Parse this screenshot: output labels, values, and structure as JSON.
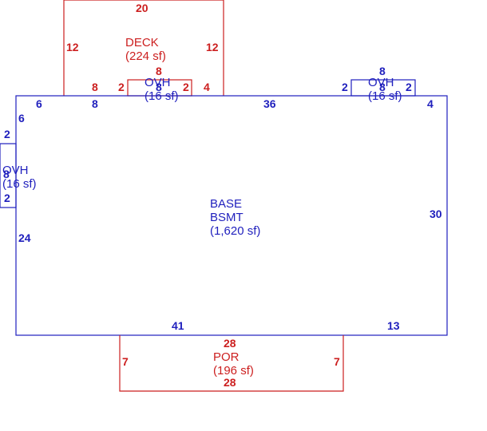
{
  "colors": {
    "main": "#1f1fbd",
    "addition": "#cc1f1f"
  },
  "base": {
    "name": "BASE",
    "sub": "BSMT",
    "area": "(1,620 sf)",
    "dims": {
      "top_left_segment": "6",
      "top_8": "8",
      "top_36": "36",
      "top_right_4": "4",
      "left_6": "6",
      "left_24": "24",
      "right_30": "30",
      "bottom_41": "41",
      "bottom_13": "13"
    }
  },
  "deck": {
    "name": "DECK",
    "area": "(224 sf)",
    "dims": {
      "top": "20",
      "left": "12",
      "right": "12",
      "bottom_8": "8",
      "bottom_2": "2",
      "bottom_2b": "2",
      "bottom_4": "4",
      "inner_8": "8"
    }
  },
  "ovh_top_left": {
    "name": "OVH",
    "area": "(16 sf)",
    "dims": {
      "inner_8": "8"
    }
  },
  "ovh_top_right": {
    "name": "OVH",
    "area": "(16 sf)",
    "dims": {
      "top": "8",
      "left": "2",
      "right": "2",
      "inner_8": "8"
    }
  },
  "ovh_left": {
    "name": "OVH",
    "area": "(16 sf)",
    "dims": {
      "top": "2",
      "bottom": "2",
      "inner_8": "8"
    }
  },
  "porch": {
    "name": "POR",
    "area": "(196 sf)",
    "dims": {
      "top": "28",
      "bottom": "28",
      "left": "7",
      "right": "7"
    }
  }
}
